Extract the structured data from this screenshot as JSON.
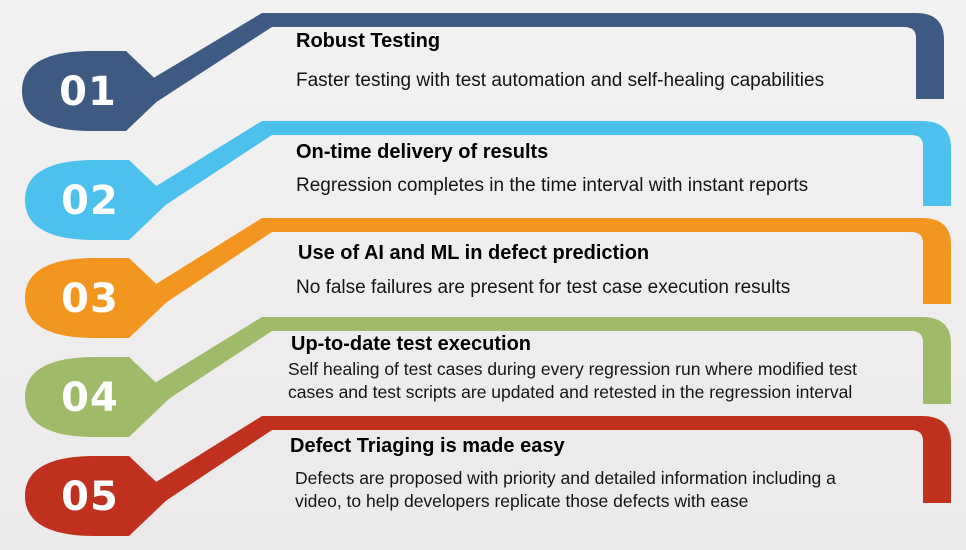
{
  "colors": {
    "item1": "#3c5a82",
    "item2": "#4cc1ee",
    "item3": "#f3961f",
    "item4": "#9fbb6a",
    "item5": "#c0301f"
  },
  "items": [
    {
      "number": "01",
      "title": "Robust Testing",
      "description": [
        "Faster testing with test automation and self-healing capabilities"
      ]
    },
    {
      "number": "02",
      "title": "On-time delivery of results",
      "description": [
        "Regression completes in the time interval with instant reports"
      ]
    },
    {
      "number": "03",
      "title": "Use of AI and ML in defect prediction",
      "description": [
        "No false failures are present for test case execution results"
      ]
    },
    {
      "number": "04",
      "title": "Up-to-date test execution",
      "description": [
        "Self healing of test cases during every regression run where modified test",
        "cases and test scripts are updated and retested in the regression interval"
      ]
    },
    {
      "number": "05",
      "title": "Defect Triaging is made easy",
      "description": [
        "Defects are proposed with priority and detailed information including a",
        "video, to help developers replicate those defects with ease"
      ]
    }
  ]
}
